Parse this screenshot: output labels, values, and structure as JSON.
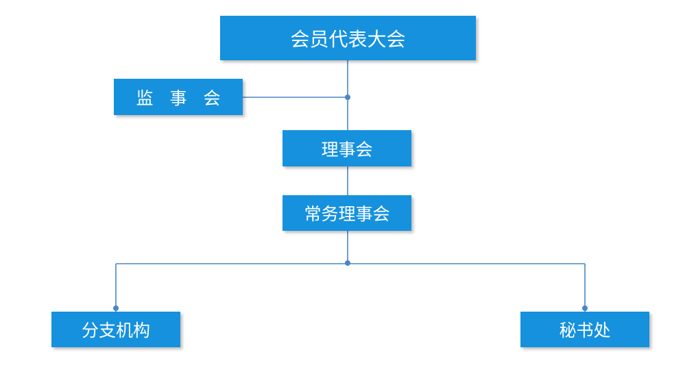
{
  "diagram": {
    "nodes": {
      "assembly": "会员代表大会",
      "supervisory": "监 事 会",
      "council": "理事会",
      "standing": "常务理事会",
      "branches": "分支机构",
      "secretariat": "秘书处"
    },
    "colors": {
      "node_fill": "#1591de",
      "node_text": "#ffffff",
      "connector": "#4a86c8"
    }
  }
}
